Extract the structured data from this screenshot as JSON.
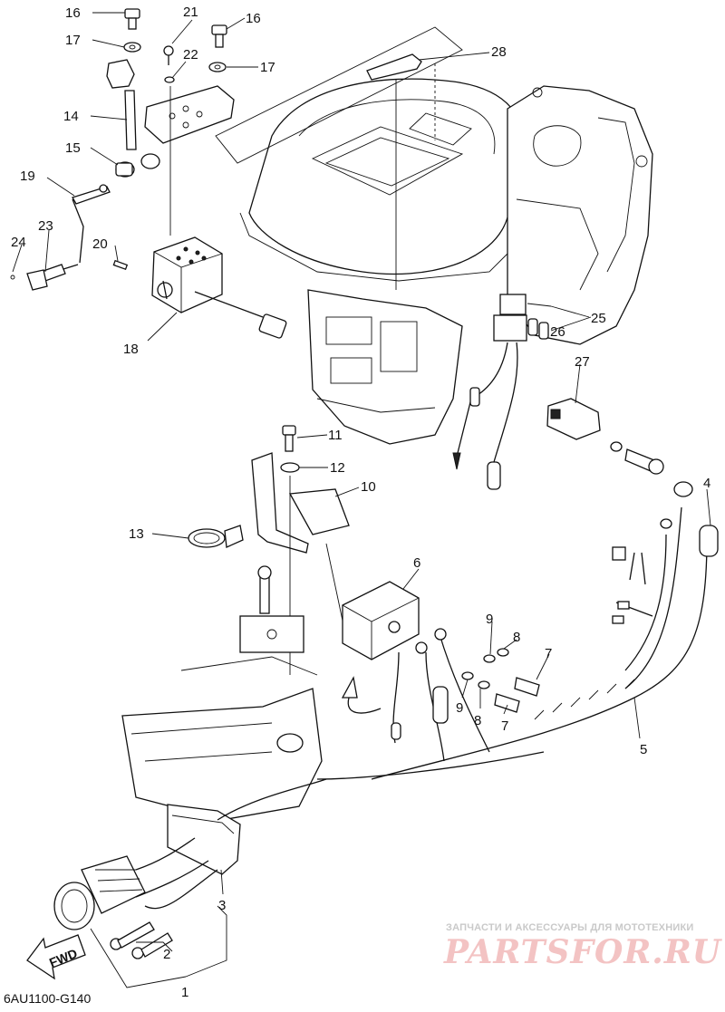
{
  "diagram": {
    "reference_code": "6AU1100-G140",
    "fwd_label": "FWD",
    "callouts": [
      {
        "id": "c1",
        "label": "1"
      },
      {
        "id": "c2",
        "label": "2"
      },
      {
        "id": "c3",
        "label": "3"
      },
      {
        "id": "c4",
        "label": "4"
      },
      {
        "id": "c5",
        "label": "5"
      },
      {
        "id": "c6",
        "label": "6"
      },
      {
        "id": "c7a",
        "label": "7"
      },
      {
        "id": "c7b",
        "label": "7"
      },
      {
        "id": "c8a",
        "label": "8"
      },
      {
        "id": "c8b",
        "label": "8"
      },
      {
        "id": "c9a",
        "label": "9"
      },
      {
        "id": "c9b",
        "label": "9"
      },
      {
        "id": "c10",
        "label": "10"
      },
      {
        "id": "c11",
        "label": "11"
      },
      {
        "id": "c12",
        "label": "12"
      },
      {
        "id": "c13",
        "label": "13"
      },
      {
        "id": "c14",
        "label": "14"
      },
      {
        "id": "c15",
        "label": "15"
      },
      {
        "id": "c16a",
        "label": "16"
      },
      {
        "id": "c16b",
        "label": "16"
      },
      {
        "id": "c17a",
        "label": "17"
      },
      {
        "id": "c17b",
        "label": "17"
      },
      {
        "id": "c18",
        "label": "18"
      },
      {
        "id": "c19",
        "label": "19"
      },
      {
        "id": "c20",
        "label": "20"
      },
      {
        "id": "c21",
        "label": "21"
      },
      {
        "id": "c22",
        "label": "22"
      },
      {
        "id": "c23",
        "label": "23"
      },
      {
        "id": "c24",
        "label": "24"
      },
      {
        "id": "c25",
        "label": "25"
      },
      {
        "id": "c26",
        "label": "26"
      },
      {
        "id": "c27",
        "label": "27"
      },
      {
        "id": "c28",
        "label": "28"
      }
    ]
  },
  "watermark": {
    "tagline": "ЗАПЧАСТИ И АКСЕССУАРЫ ДЛЯ МОТОТЕХНИКИ",
    "logo": "PARTSFOR.RU"
  }
}
